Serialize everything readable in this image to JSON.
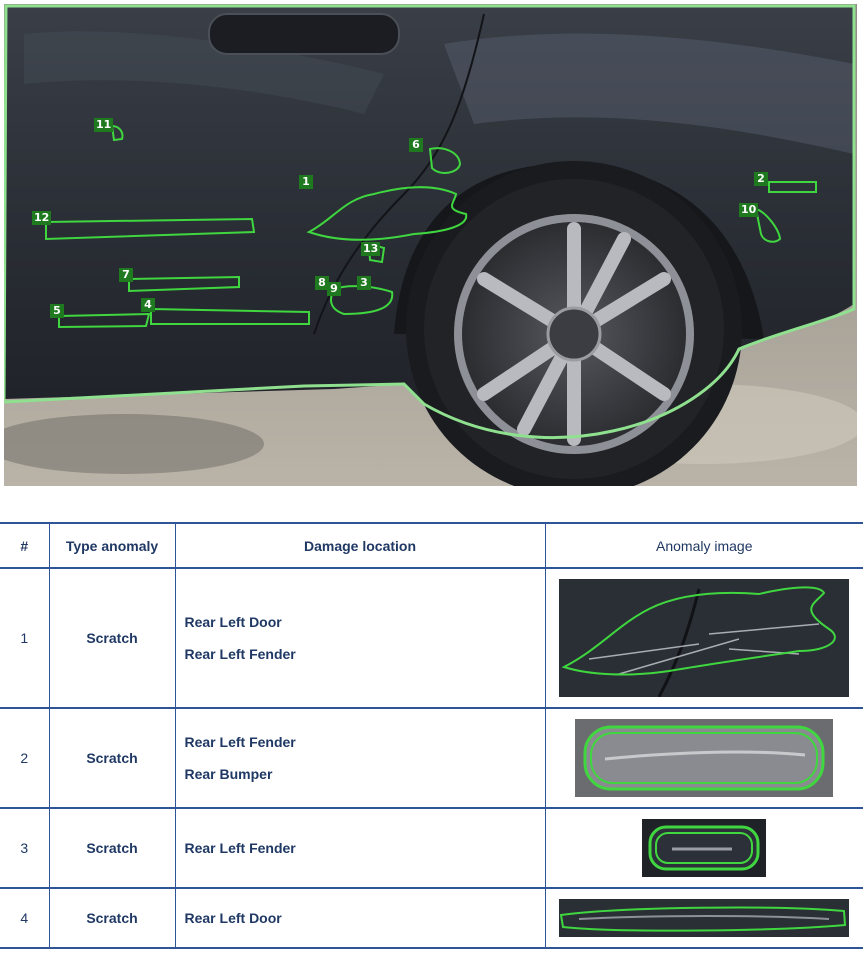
{
  "photo": {
    "markers": [
      "1",
      "2",
      "3",
      "4",
      "5",
      "6",
      "7",
      "8",
      "9",
      "10",
      "11",
      "12",
      "13"
    ],
    "outline_color": "#3fd63f",
    "panel_outline_color": "#8fe08f"
  },
  "table": {
    "headers": {
      "num": "#",
      "type": "Type anomaly",
      "location": "Damage location",
      "image": "Anomaly image"
    },
    "rows": [
      {
        "num": "1",
        "type": "Scratch",
        "locations": [
          "Rear Left Door",
          "Rear Left Fender"
        ]
      },
      {
        "num": "2",
        "type": "Scratch",
        "locations": [
          "Rear Left Fender",
          "Rear Bumper"
        ]
      },
      {
        "num": "3",
        "type": "Scratch",
        "locations": [
          "Rear Left Fender"
        ]
      },
      {
        "num": "4",
        "type": "Scratch",
        "locations": [
          "Rear Left Door"
        ]
      }
    ],
    "border_color": "#2f5597",
    "text_color": "#1f3864"
  }
}
